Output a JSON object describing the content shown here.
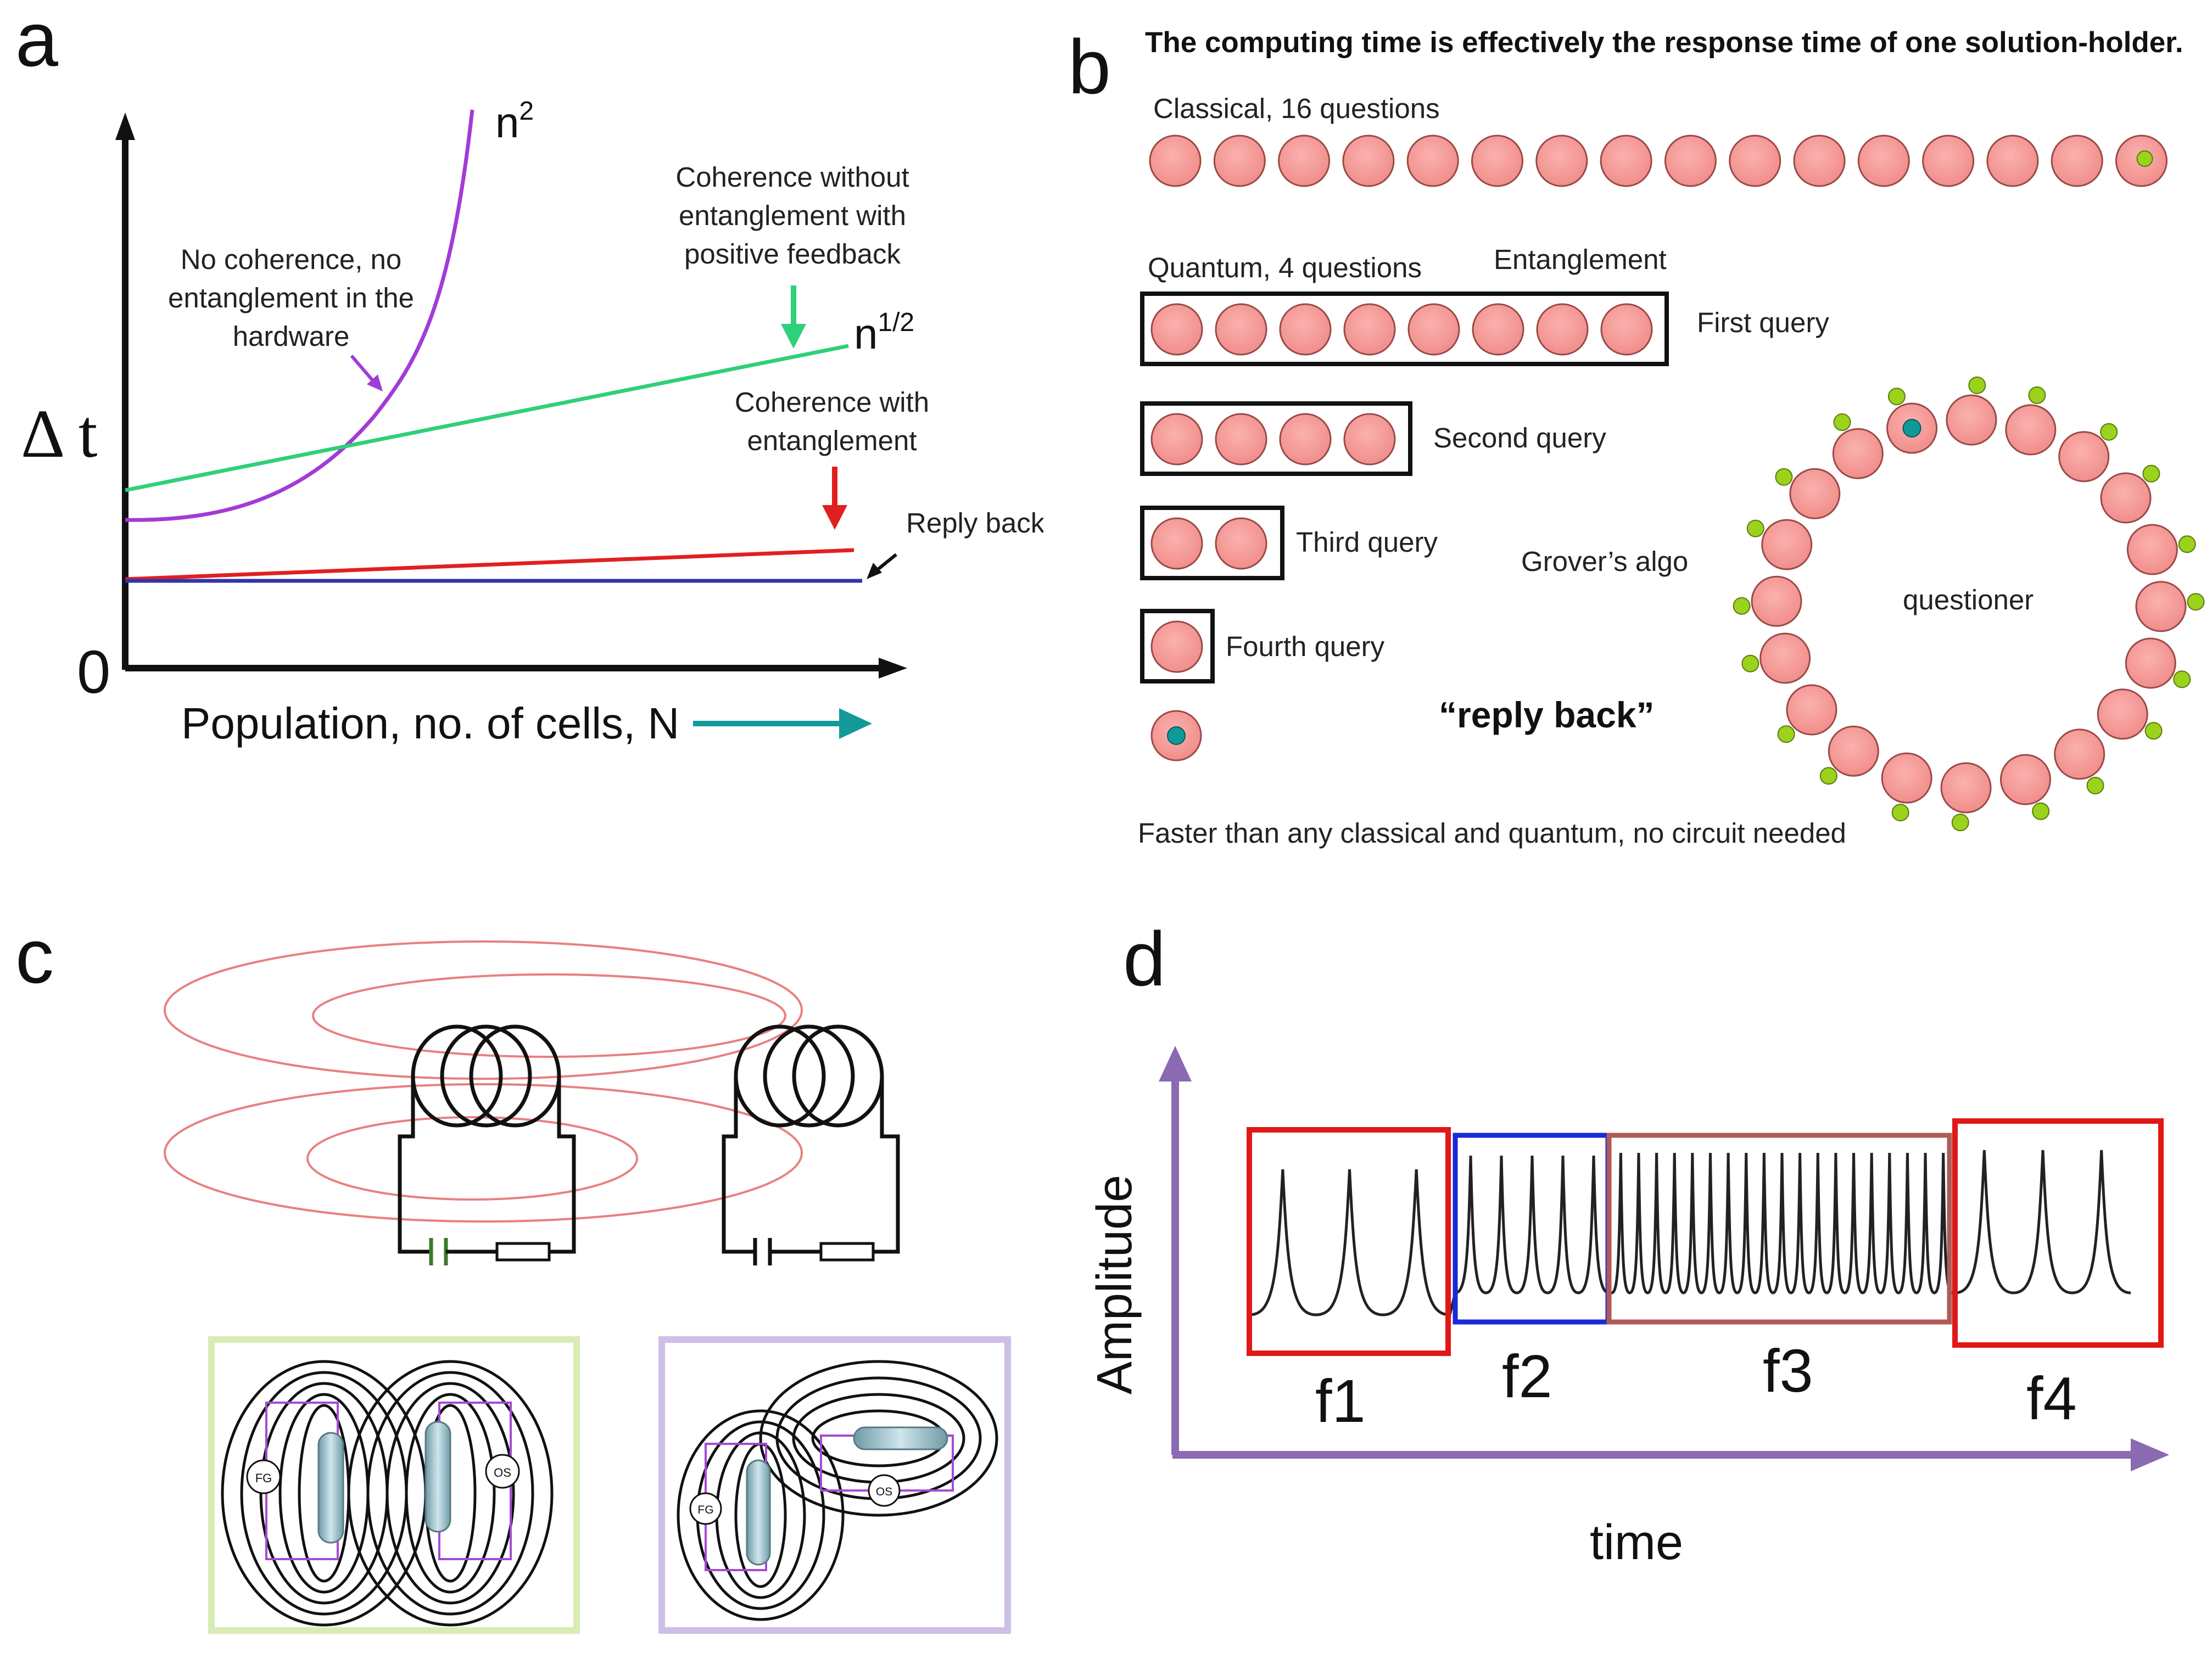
{
  "panels": {
    "a": {
      "letter": "a",
      "y_label": "Δ t",
      "origin_label": "0",
      "x_label": "Population, no. of cells, N",
      "curve_labels": {
        "n2_base": "n",
        "n2_exp": "2",
        "nhalf_base": "n",
        "nhalf_exp": "1/2"
      },
      "annotations": {
        "no_coherence": [
          "No coherence, no",
          "entanglement in the",
          "hardware"
        ],
        "coherence_without": [
          "Coherence without",
          "entanglement with",
          "positive feedback"
        ],
        "coherence_with": [
          "Coherence with",
          "entanglement"
        ],
        "reply_back": "Reply back"
      }
    },
    "b": {
      "letter": "b",
      "headline": "The computing time is effectively the response time of one solution-holder.",
      "classical_label": "Classical, 16 questions",
      "quantum_label": "Quantum, 4 questions",
      "entanglement_label": "Entanglement",
      "queries": [
        "First query",
        "Second query",
        "Third query",
        "Fourth query"
      ],
      "grover_label": "Grover’s algo",
      "reply_label": "“reply back”",
      "questioner_label": "questioner",
      "footer": "Faster than any classical and quantum, no circuit needed"
    },
    "c": {
      "letter": "c",
      "left_box_labels": [
        "FG",
        "OS"
      ],
      "right_box_labels": [
        "FG",
        "OS"
      ]
    },
    "d": {
      "letter": "d",
      "y_label": "Amplitude",
      "x_label": "time",
      "segments": [
        "f1",
        "f2",
        "f3",
        "f4"
      ]
    }
  },
  "colors": {
    "cell_fill": "#f59a98",
    "cell_stroke": "#9a4a48",
    "green_dot": "#9bd21c",
    "teal_dot": "#0e9a96",
    "purple_curve": "#a13bd6",
    "green_line": "#2fd07a",
    "red_line": "#e02020",
    "blue_line": "#3333aa",
    "teal_arrow": "#139a98",
    "axis_purple": "#8a6ab0"
  }
}
